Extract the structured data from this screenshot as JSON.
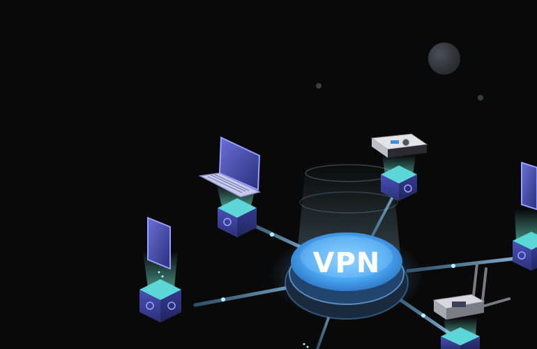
{
  "hub": {
    "label": "VPN"
  },
  "devices": [
    {
      "name": "laptop",
      "icon": "laptop-icon"
    },
    {
      "name": "tablet",
      "icon": "tablet-icon"
    },
    {
      "name": "projector",
      "icon": "projector-icon"
    },
    {
      "name": "router",
      "icon": "router-icon"
    },
    {
      "name": "phone",
      "icon": "phone-icon"
    }
  ],
  "colors": {
    "background": "#0a0909",
    "hub_glow": "#5fb3ff",
    "cube": "#3b3f8f",
    "cube_top": "#5cd6d6",
    "beam": "#7fe8e0"
  }
}
